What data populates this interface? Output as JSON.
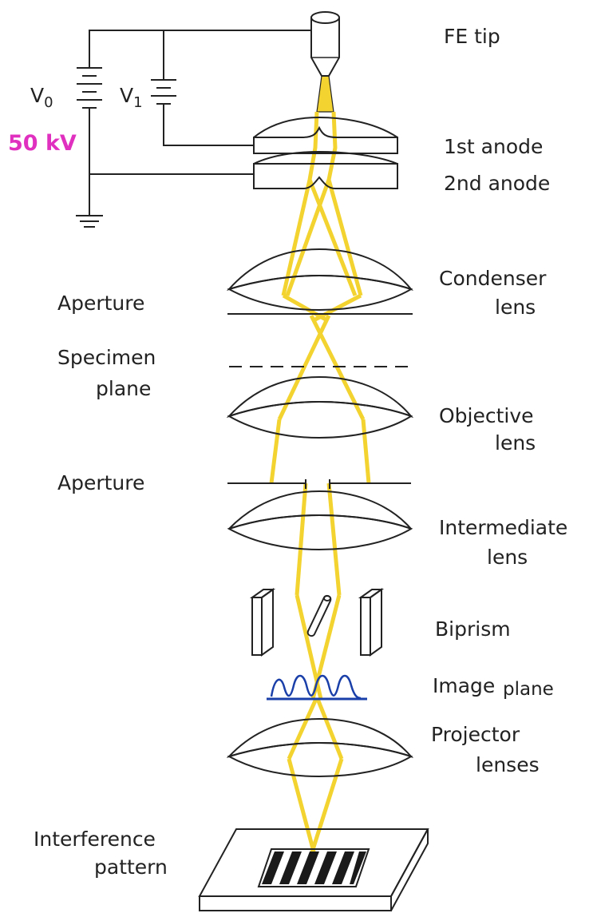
{
  "colors": {
    "ink": "#222222",
    "beam": "#f2d330",
    "handwriting": "#e030c0",
    "wave": "#1a3fa8",
    "stipple": "#efefef"
  },
  "labels": {
    "fe_tip": "FE tip",
    "anode1": "1st anode",
    "anode2": "2nd anode",
    "condenser_1": "Condenser",
    "condenser_2": "lens",
    "aperture_1": "Aperture",
    "specimen_1": "Specimen",
    "specimen_2": "plane",
    "objective_1": "Objective",
    "objective_2": "lens",
    "aperture_2": "Aperture",
    "intermediate_1": "Intermediate",
    "intermediate_2": "lens",
    "biprism": "Biprism",
    "image_plane_a": "Image",
    "image_plane_b": "plane",
    "projector_1": "Projector",
    "projector_2": "lenses",
    "interference_1": "Interference",
    "interference_2": "pattern"
  },
  "circuit": {
    "v0": "V",
    "v0_sub": "0",
    "v1": "V",
    "v1_sub": "1",
    "voltage_note": "50 kV"
  }
}
